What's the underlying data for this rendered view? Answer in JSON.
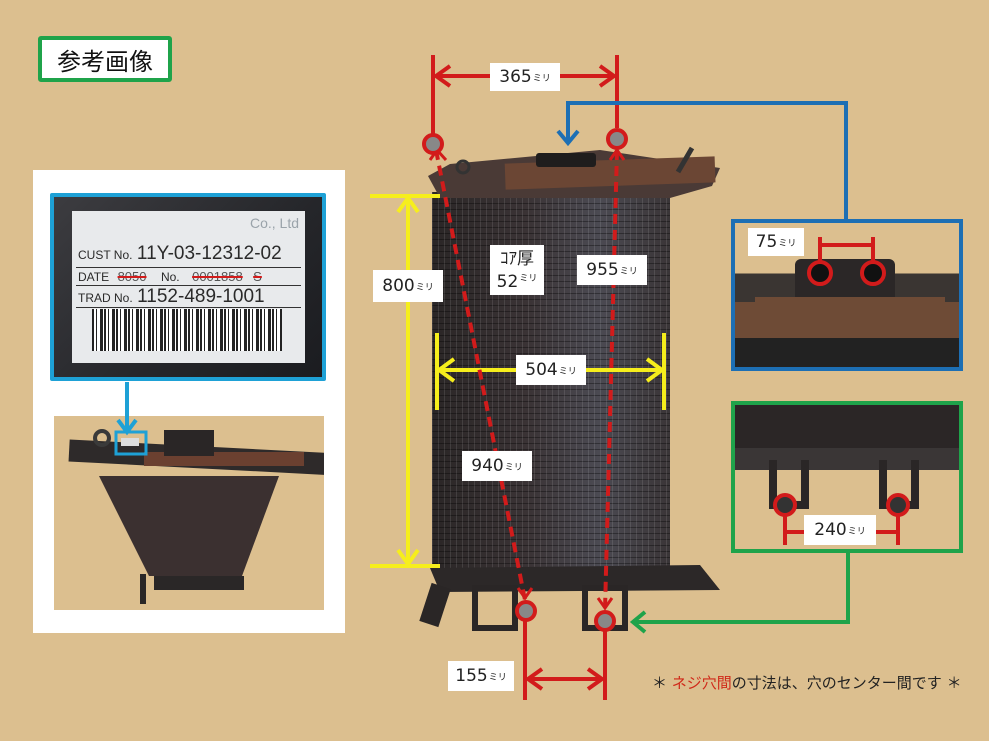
{
  "header": {
    "title": "参考画像"
  },
  "reference": {
    "label_plate": {
      "cust_label": "CUST No.",
      "cust_value": "11Y-03-12312-02",
      "date_label": "DATE",
      "date_value": "8050",
      "no_label": "No.",
      "no_value": "0001858",
      "no_suffix": "S",
      "trad_label": "TRAD No.",
      "trad_value": "1152-489-1001",
      "faded_text": "Co., Ltd"
    }
  },
  "dimensions": {
    "unit": "ミリ",
    "top_span": "365",
    "height": "800",
    "core_thickness_label": "ｺｱ厚",
    "core_thickness": "52",
    "right_diagonal": "955",
    "width": "504",
    "left_diagonal": "940",
    "bottom_span": "155",
    "bracket_top": "75",
    "bracket_bottom": "240"
  },
  "note": {
    "prefix": "＊ ",
    "highlight": "ネジ穴間",
    "rest": "の寸法は、穴のセンター間です ＊"
  },
  "colors": {
    "background": "#dcbf8f",
    "title_border": "#1fa34a",
    "label_border": "#1ea1d6",
    "hole_marker": "#d21b1b",
    "dimension_yellow": "#f6ee1c",
    "detail_blue": "#1d6fb4",
    "detail_green": "#1fa34a"
  }
}
